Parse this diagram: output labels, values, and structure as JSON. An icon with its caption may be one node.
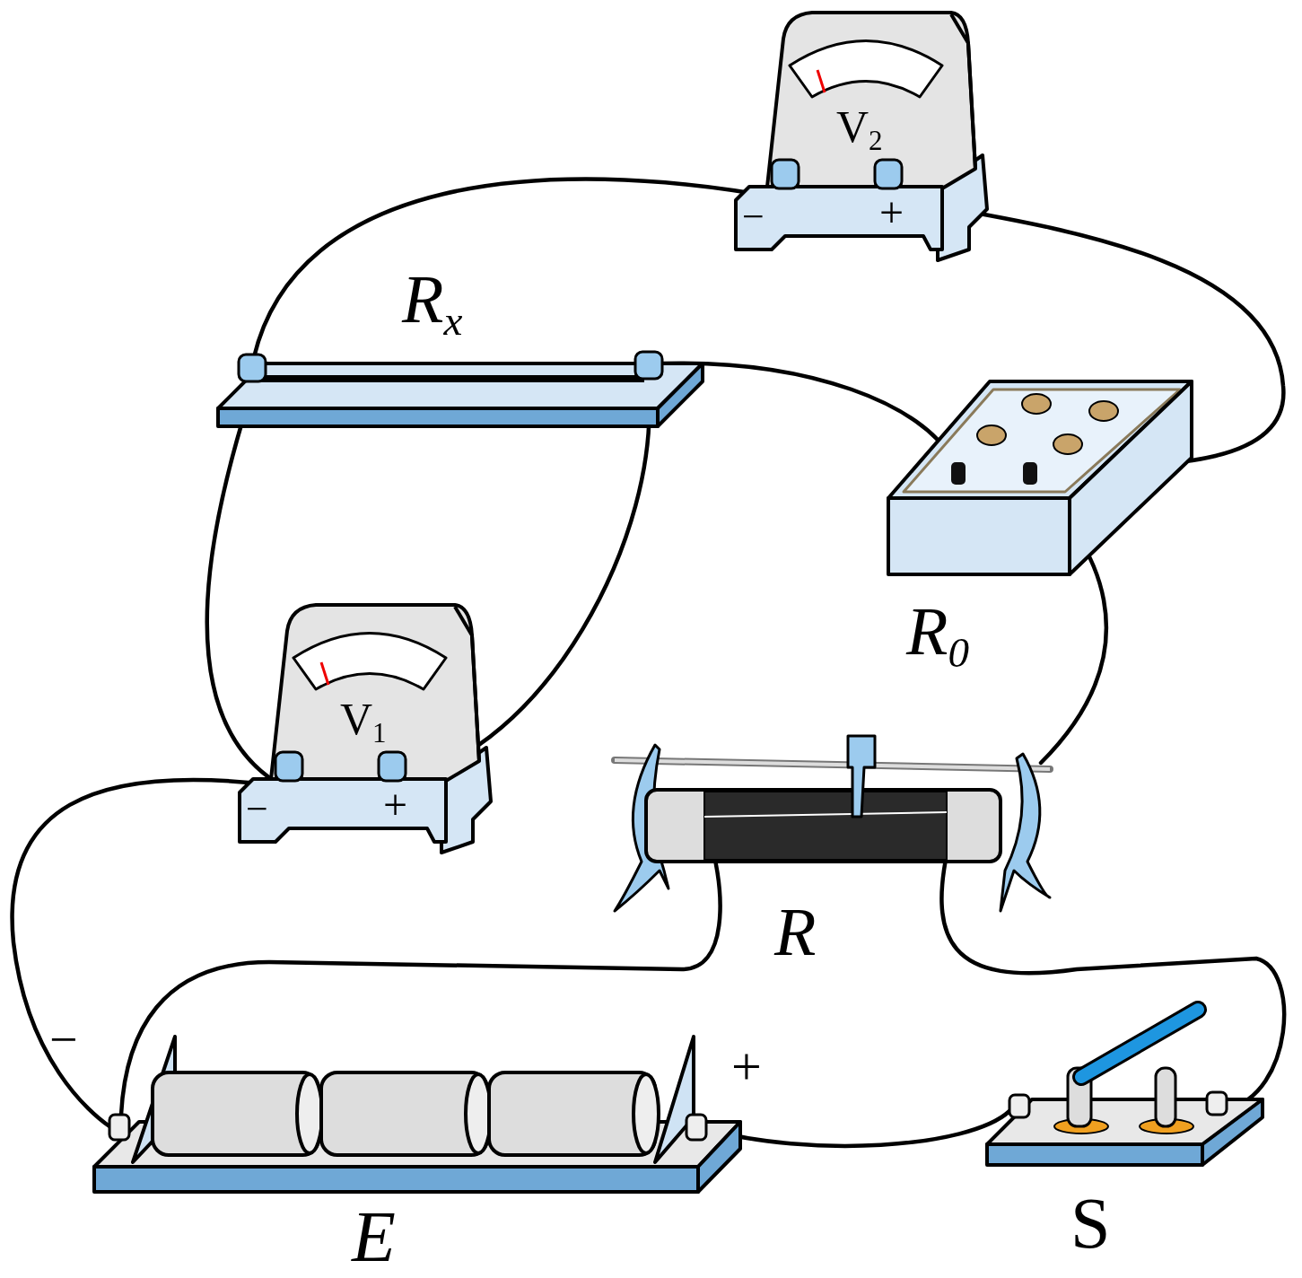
{
  "diagram": {
    "nodes": [
      {
        "text": [
          "V$_{2}$",
          "−",
          "+"
        ]
      },
      {
        "text": [
          "R$_{x}$"
        ]
      },
      {
        "text": [
          "R$_{0}$"
        ]
      },
      {
        "text": [
          "V$_{1}$",
          "−",
          "+"
        ]
      },
      {
        "text": [
          "R"
        ]
      },
      {
        "text": [
          "E"
        ],
        "beside": [
          "−",
          "+"
        ]
      },
      {
        "text": [
          "S"
        ]
      }
    ],
    "edges": [
      {
        "from": 0,
        "to": 1,
        "arrow": "none"
      },
      {
        "from": 0,
        "to": 2,
        "arrow": "none"
      },
      {
        "from": 1,
        "to": 2,
        "arrow": "none"
      },
      {
        "from": 1,
        "to": 3,
        "arrow": "none"
      },
      {
        "from": 1,
        "to": 3,
        "arrow": "none"
      },
      {
        "from": 3,
        "to": 5,
        "arrow": "none"
      },
      {
        "from": 2,
        "to": 4,
        "arrow": "none"
      },
      {
        "from": 4,
        "to": 5,
        "arrow": "none"
      },
      {
        "from": 4,
        "to": 6,
        "arrow": "none"
      },
      {
        "from": 5,
        "to": 6,
        "arrow": "none"
      }
    ]
  }
}
